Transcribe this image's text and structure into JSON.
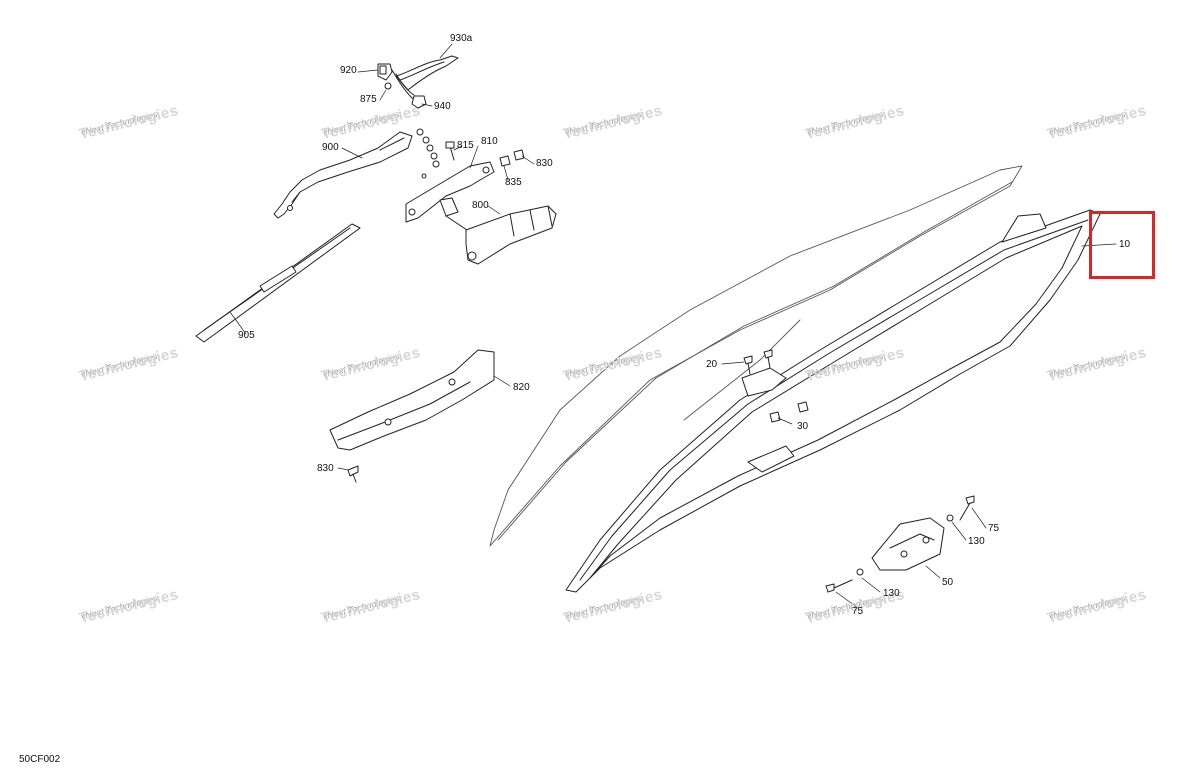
{
  "diagram": {
    "code": "50CF002",
    "watermark": {
      "line1": "vNext Technologies",
      "line2": "Technologies"
    },
    "highlight_color": "#d62828",
    "highlighted_part": "10",
    "parts": {
      "p930a": "930a",
      "p920": "920",
      "p875": "875",
      "p940": "940",
      "p900": "900",
      "p815": "815",
      "p810": "810",
      "p830a": "830",
      "p835": "835",
      "p800": "800",
      "p905": "905",
      "p820": "820",
      "p830b": "830",
      "p10": "10",
      "p20": "20",
      "p30": "30",
      "p75a": "75",
      "p130a": "130",
      "p50": "50",
      "p130b": "130",
      "p75b": "75"
    }
  }
}
